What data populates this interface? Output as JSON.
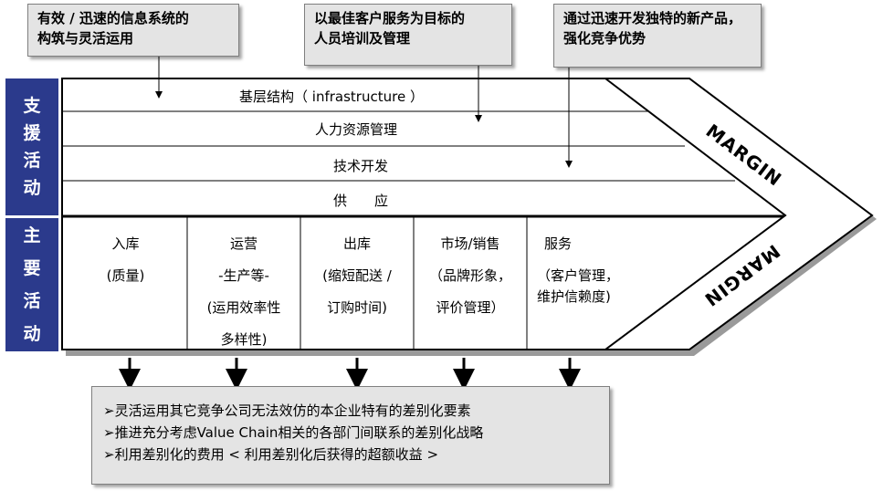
{
  "callouts": [
    {
      "lines": [
        "有效 / 迅速的信息系统的",
        "构筑与灵活运用"
      ]
    },
    {
      "lines": [
        "以最佳客户服务为目标的",
        "人员培训及管理"
      ]
    },
    {
      "lines": [
        "通过迅速开发独特的新产品，",
        "强化竞争优势"
      ]
    }
  ],
  "side_labels": {
    "support": [
      "支",
      "援",
      "活",
      "动"
    ],
    "primary": [
      "主",
      "要",
      "活",
      "动"
    ]
  },
  "support_activities": [
    "基层结构（ infrastructure ）",
    "人力资源管理",
    "技术开发",
    "供　　应"
  ],
  "primary_activities": [
    {
      "lines": [
        "入库",
        "(质量)"
      ]
    },
    {
      "lines": [
        "运营",
        "-生产等-",
        "(运用效率性",
        "多样性)"
      ]
    },
    {
      "lines": [
        "出库",
        "(缩短配送 /",
        "订购时间)"
      ]
    },
    {
      "lines": [
        "市场/销售",
        "（品牌形象，",
        "评价管理）"
      ]
    },
    {
      "lines": [
        "服务",
        "（客户管理，",
        "维护信赖度)"
      ]
    }
  ],
  "margin_labels": {
    "upper": "MARGIN",
    "lower": "MARGIN"
  },
  "outcomes": [
    "➢灵活运用其它竞争公司无法效仿的本企业特有的差别化要素",
    "➢推进充分考虑Value Chain相关的各部门间联系的差别化战略",
    "➢利用差别化的费用 < 利用差别化后获得的超额收益 >"
  ],
  "colors": {
    "side_label_bg": "#2b3a8c",
    "callout_bg": "#e4e4e4"
  }
}
